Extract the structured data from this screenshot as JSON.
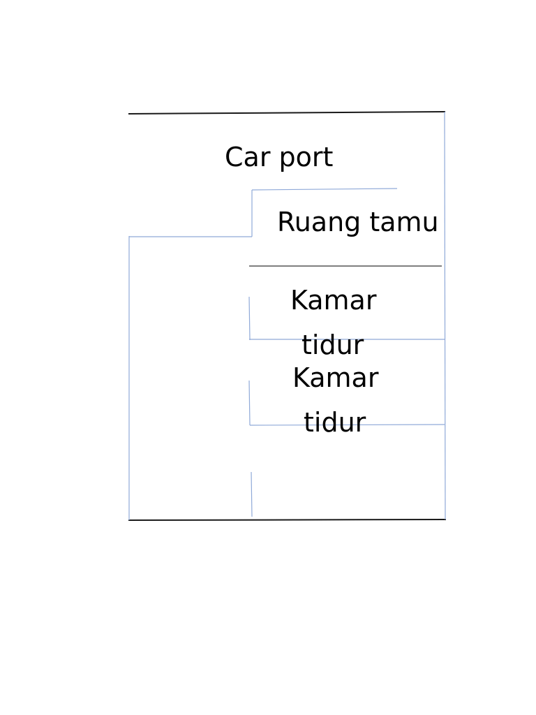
{
  "floor_plan": {
    "rooms": [
      {
        "key": "carport",
        "label": "Car port"
      },
      {
        "key": "living",
        "label": "Ruang tamu"
      },
      {
        "key": "bedroom_1",
        "label_line_1": "Kamar",
        "label_line_2": "tidur"
      },
      {
        "key": "bedroom_2",
        "label_line_1": "Kamar",
        "label_line_2": "tidur"
      }
    ],
    "colors": {
      "outer_wall": "#1a1a1a",
      "inner_wall": "#8fa9d8",
      "text": "#000000",
      "background": "#ffffff"
    }
  }
}
